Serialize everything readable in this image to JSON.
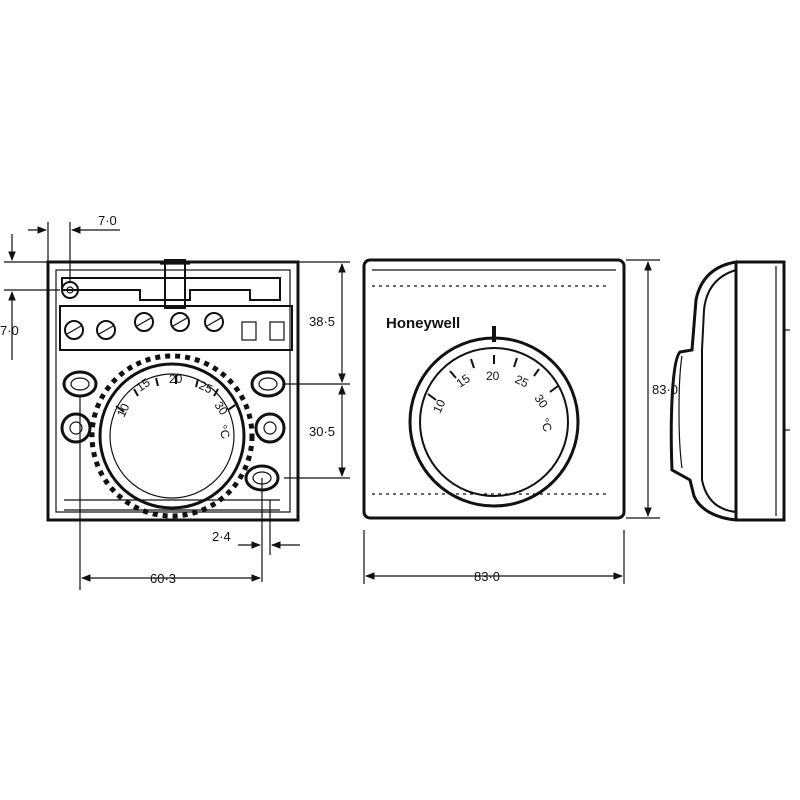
{
  "brand": "Honeywell",
  "dial_scale": [
    "10",
    "15",
    "20",
    "25",
    "30",
    "°C"
  ],
  "dimensions": {
    "top_offset": "7·0",
    "left_offset": "7·0",
    "upper_height": "38·5",
    "lower_height": "30·5",
    "hole_offset": "2·4",
    "base_width": "60·3",
    "front_width": "83·0",
    "side_height": "83·0"
  }
}
